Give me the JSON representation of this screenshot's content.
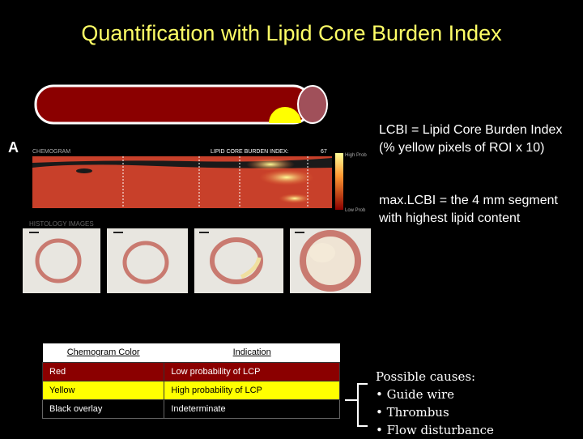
{
  "slide": {
    "title": "Quantification with Lipid Core Burden Index"
  },
  "definitions": {
    "lcbi": "LCBI = Lipid Core Burden Index (% yellow pixels of ROI x 10)",
    "maxlcbi": "max.LCBI = the 4 mm segment with highest lipid content"
  },
  "chemogram": {
    "panel_letter": "A",
    "label": "CHEMOGRAM",
    "index_label": "LIPID CORE BURDEN INDEX:",
    "index_value": "67",
    "axis_ticks": [
      "90",
      "180",
      "270"
    ],
    "scale_high": "High Prob",
    "scale_low": "Low Prob",
    "histology_label": "HISTOLOGY IMAGES",
    "colors": {
      "red": "#c8402a",
      "yellow": "#ffe680",
      "dark": "#1a1a1a"
    }
  },
  "legend": {
    "headers": [
      "Chemogram Color",
      "Indication"
    ],
    "rows": [
      {
        "color": "Red",
        "indication": "Low probability of LCP"
      },
      {
        "color": "Yellow",
        "indication": "High probability of LCP"
      },
      {
        "color": "Black overlay",
        "indication": "Indeterminate"
      }
    ]
  },
  "causes": {
    "heading": "Possible causes:",
    "items": [
      "• Guide wire",
      "• Thrombus",
      "• Flow disturbance"
    ]
  }
}
